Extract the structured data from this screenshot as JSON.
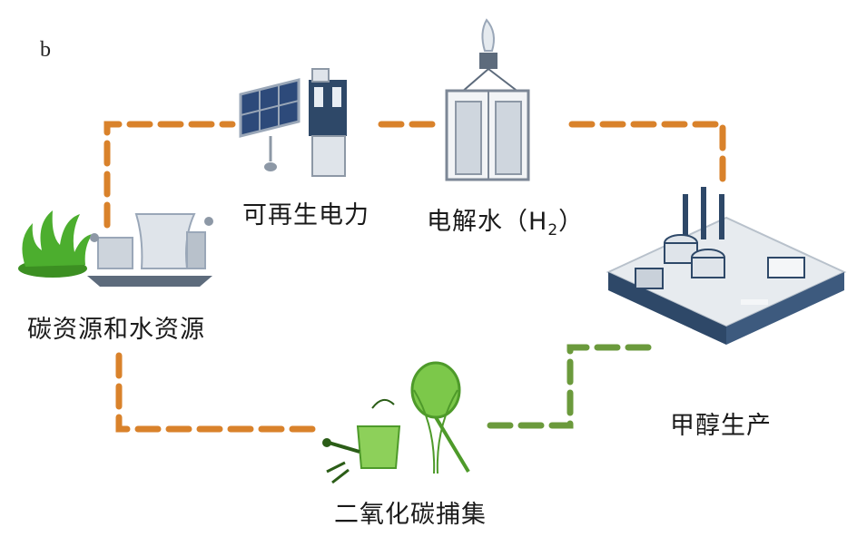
{
  "panel_letter": "b",
  "nodes": {
    "renewable": {
      "label": "可再生电力",
      "icon": "solar-panel-and-power-station-icon"
    },
    "electrolysis": {
      "label_main": "电解水（H",
      "label_sub": "2",
      "label_end": "）",
      "icon": "electrolysis-cell-icon"
    },
    "resources": {
      "label": "碳资源和水资源",
      "icon": "plant-and-factory-icon"
    },
    "methanol": {
      "label": "甲醇生产",
      "icon": "chemical-plant-icon"
    },
    "capture": {
      "label": "二氧化碳捕集",
      "icon": "capture-net-icon"
    }
  },
  "colors": {
    "orange_path": "#d9822b",
    "green_path": "#6b9a3c",
    "navy": "#2e4868",
    "grass": "#4cae2e",
    "net_green": "#7cc84a"
  }
}
